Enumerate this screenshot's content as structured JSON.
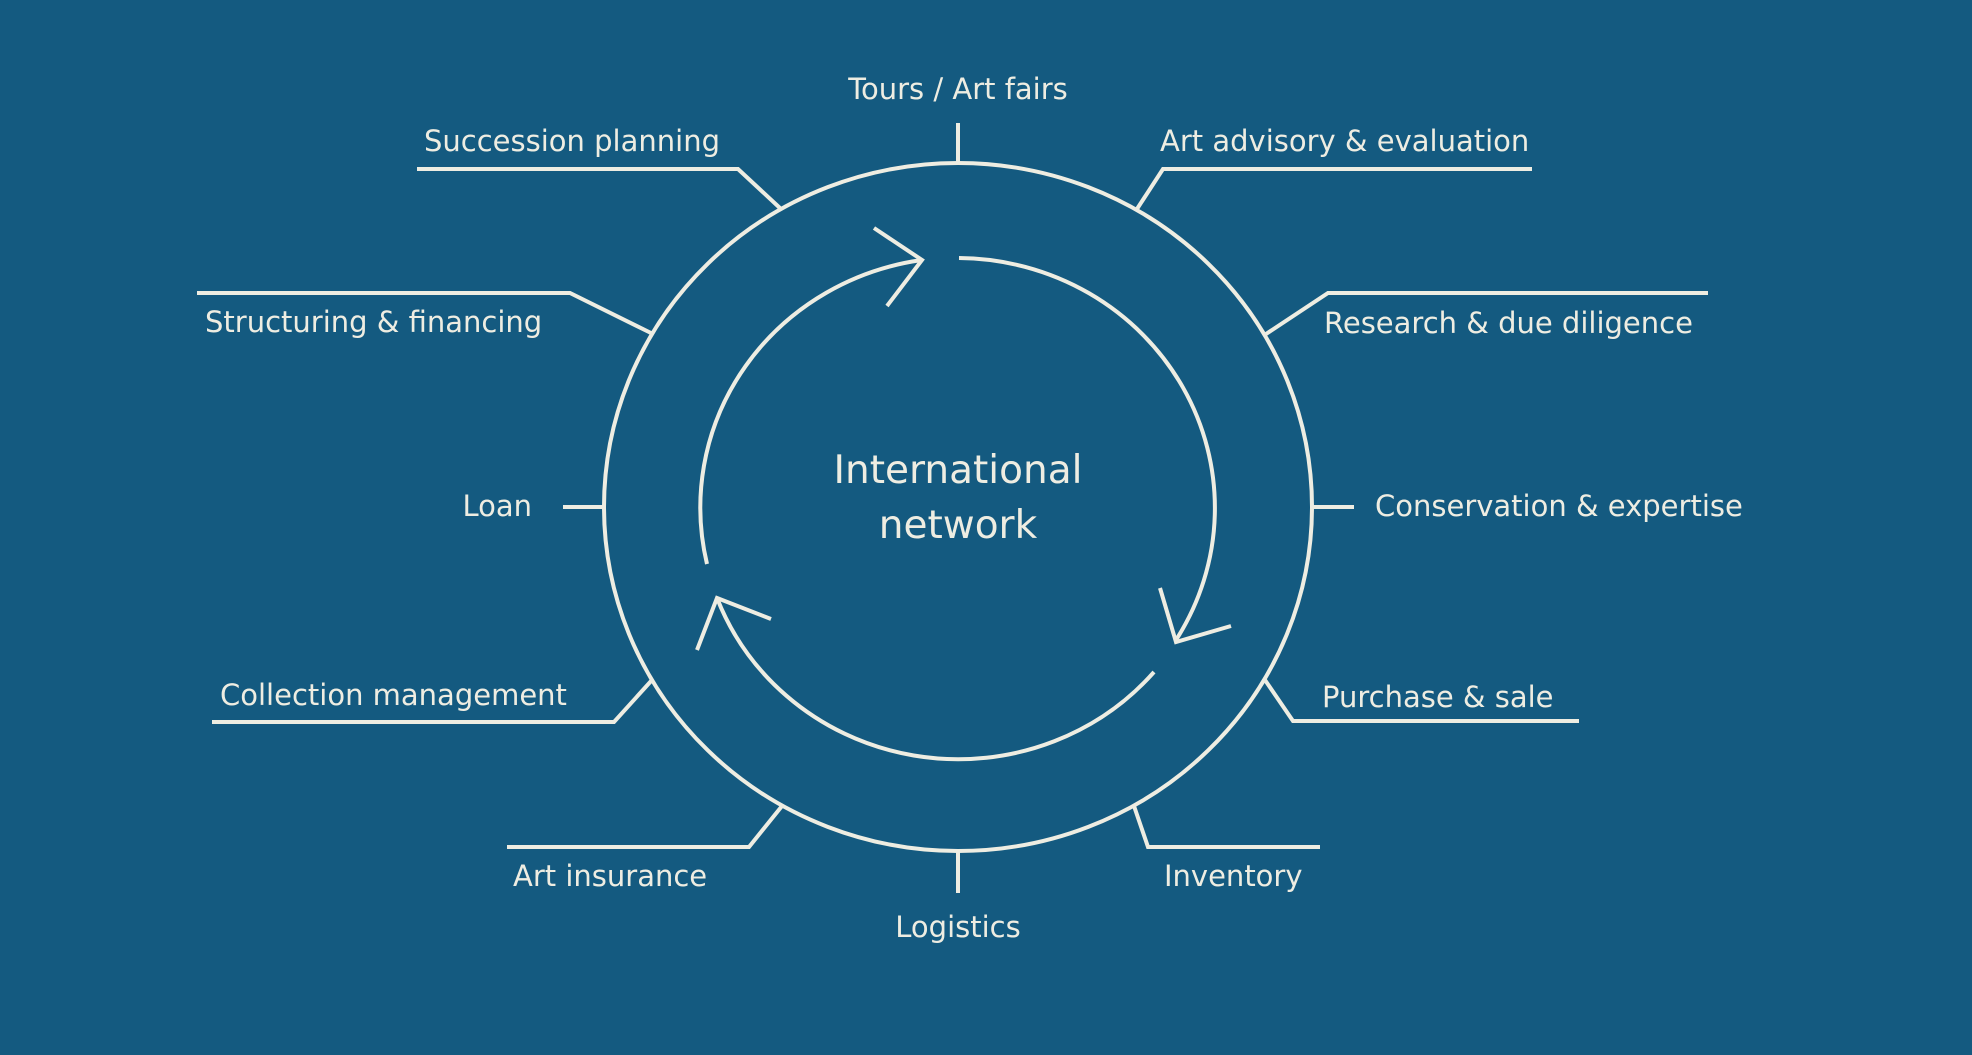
{
  "colors": {
    "background": "#145a80",
    "foreground": "#eeede2"
  },
  "center": {
    "line1": "International",
    "line2": "network"
  },
  "cycle_arrows": [
    "clockwise-arrow",
    "clockwise-arrow",
    "clockwise-arrow"
  ],
  "services": [
    {
      "id": "tours",
      "label": "Tours / Art fairs"
    },
    {
      "id": "art-advisory",
      "label": "Art advisory & evaluation"
    },
    {
      "id": "research",
      "label": "Research & due diligence"
    },
    {
      "id": "conservation",
      "label": "Conservation & expertise"
    },
    {
      "id": "purchase",
      "label": "Purchase & sale"
    },
    {
      "id": "inventory",
      "label": "Inventory"
    },
    {
      "id": "logistics",
      "label": "Logistics"
    },
    {
      "id": "art-insurance",
      "label": "Art insurance"
    },
    {
      "id": "collection-management",
      "label": "Collection management"
    },
    {
      "id": "loan",
      "label": "Loan"
    },
    {
      "id": "structuring",
      "label": "Structuring & financing"
    },
    {
      "id": "succession",
      "label": "Succession planning"
    }
  ]
}
